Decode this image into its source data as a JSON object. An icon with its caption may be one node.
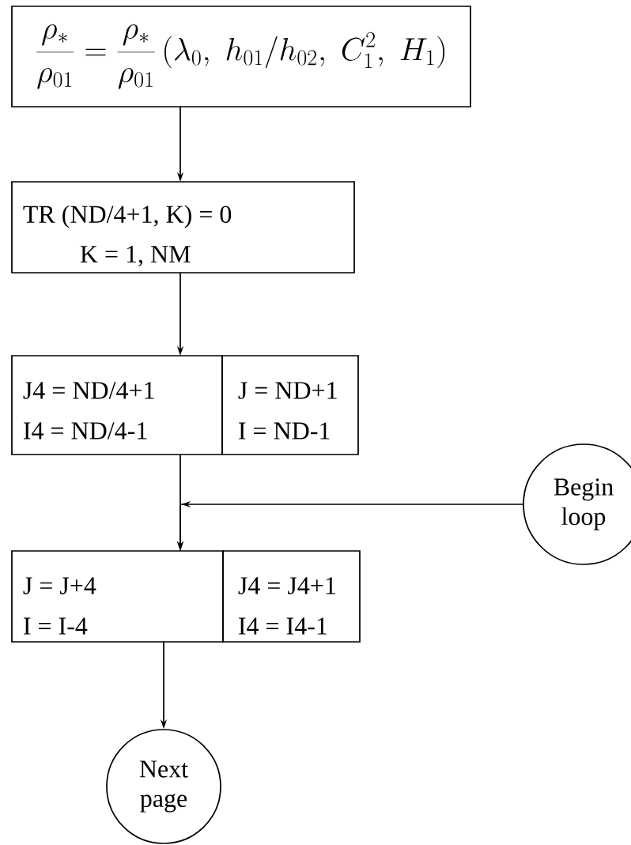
{
  "diagram": {
    "nodes": [
      {
        "text": [
          "\\frac{\\rho_*}{\\rho_{01}} = \\frac{\\rho_*}{\\rho_{01}}\\,(\\lambda_0,\\; h_{01}/h_{02},\\; C_1^2,\\; H_1)"
        ]
      },
      {
        "text": [
          "TR (ND/4+1, K) = 0",
          "K = 1, NM"
        ]
      },
      {
        "text": [
          "J4 = ND/4+1",
          "I4 = ND/4-1"
        ]
      },
      {
        "text": [
          "J = ND+1",
          "I = ND-1"
        ]
      },
      {
        "text": [
          "Begin loop"
        ]
      },
      {
        "text": [
          "J = J+4",
          "I = I-4"
        ]
      },
      {
        "text": [
          "J4 = J4+1",
          "I4 = I4-1"
        ]
      },
      {
        "text": [
          "Next page"
        ]
      }
    ],
    "edges": [
      {
        "from": 0,
        "to": 1,
        "arrow": "to"
      },
      {
        "from": 1,
        "to": 2,
        "arrow": "to"
      },
      {
        "from": 2,
        "to": 5,
        "arrow": "to"
      },
      {
        "from": 4,
        "to": 5,
        "arrow": "to"
      },
      {
        "from": 5,
        "to": 7,
        "arrow": "to"
      }
    ]
  }
}
